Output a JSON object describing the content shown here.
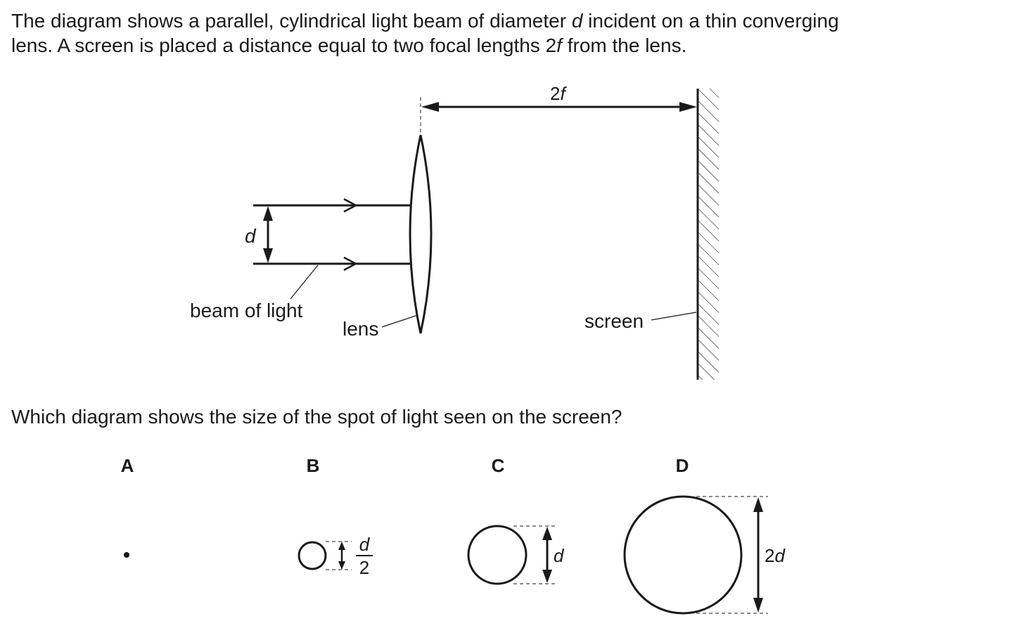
{
  "question": {
    "line1_parts": [
      "The diagram shows a parallel, cylindrical light beam of diameter ",
      "d",
      " incident on a thin converging"
    ],
    "line2_parts": [
      "lens. A screen is placed a distance equal to two focal lengths 2",
      "f",
      " from the lens."
    ]
  },
  "diagram": {
    "distance_label": {
      "number": "2",
      "symbol": "f"
    },
    "beam_diameter_label": "d",
    "beam_label": "beam of light",
    "lens_label": "lens",
    "screen_label": "screen"
  },
  "prompt": "Which diagram shows the size of the spot of light seen on the screen?",
  "options": {
    "A": {
      "letter": "A"
    },
    "B": {
      "letter": "B",
      "numerator": "d",
      "denominator": "2"
    },
    "C": {
      "letter": "C",
      "size_label": "d"
    },
    "D": {
      "letter": "D",
      "size_number": "2",
      "size_symbol": "d"
    }
  }
}
